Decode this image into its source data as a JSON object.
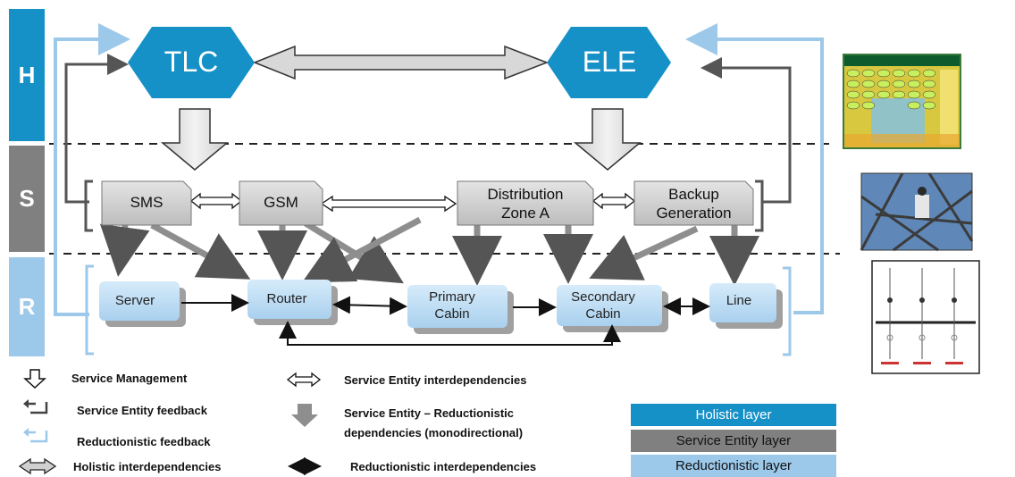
{
  "layers": {
    "h_label": "H",
    "s_label": "S",
    "r_label": "R",
    "colors": {
      "holistic": "#1591c8",
      "service": "#808080",
      "reductionistic": "#9cc8ea"
    }
  },
  "holistic_nodes": {
    "tlc": "TLC",
    "ele": "ELE"
  },
  "service_nodes": {
    "sms": "SMS",
    "gsm": "GSM",
    "distribution": "Distribution\nZone A",
    "backup": "Backup\nGeneration"
  },
  "reductionistic_nodes": {
    "server": "Server",
    "router": "Router",
    "primary": "Primary\nCabin",
    "secondary": "Secondary\nCabin",
    "line": "Line"
  },
  "legend": {
    "service_management": "Service Management",
    "service_entity_feedback": "Service Entity feedback",
    "reductionistic_feedback": "Reductionistic feedback",
    "holistic_interdependencies": "Holistic interdependencies",
    "service_entity_interdependencies": "Service Entity interdependencies",
    "service_entity_reductionistic": "Service Entity – Reductionistic\ndependencies (monodirectional)",
    "reductionistic_interdependencies": "Reductionistic interdependencies"
  },
  "layer_legend": {
    "holistic": "Holistic layer",
    "service": "Service Entity layer",
    "reductionistic": "Reductionistic layer"
  },
  "thumbnails": {
    "control_panel": "control-room-map-thumbnail",
    "pylon": "pylon-worker-photo-thumbnail",
    "schematic": "electrical-schematic-thumbnail"
  }
}
